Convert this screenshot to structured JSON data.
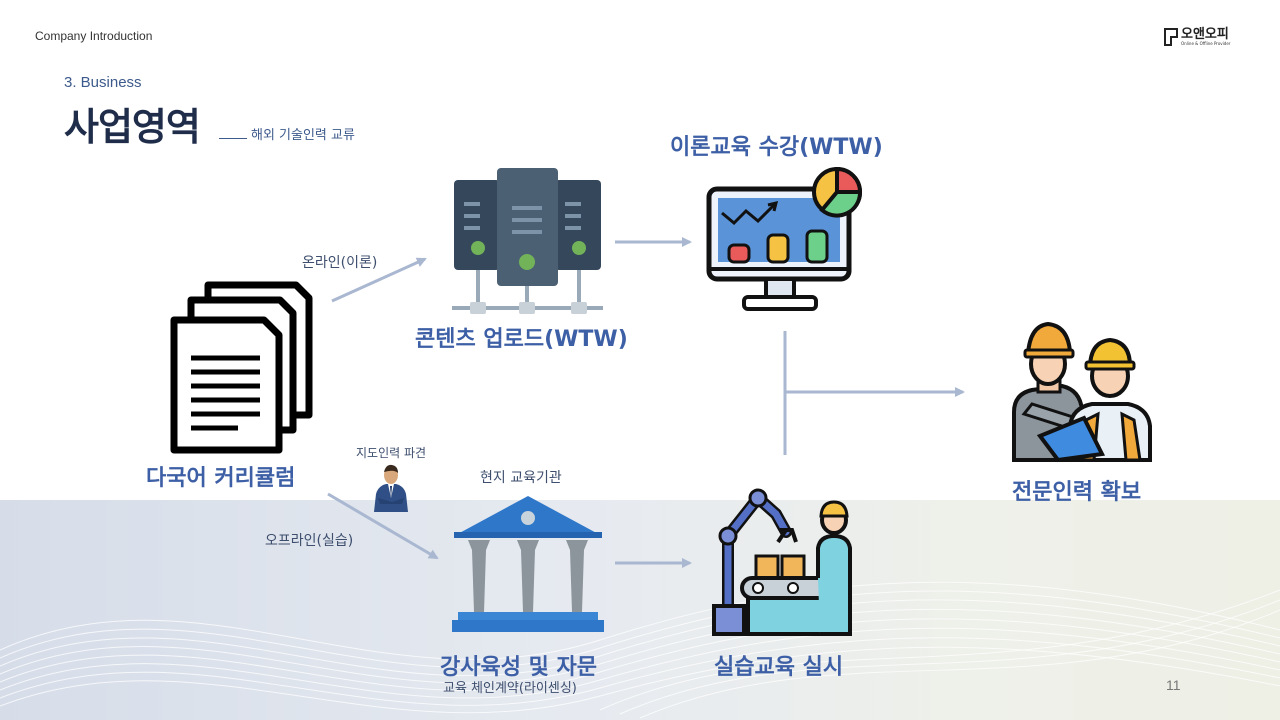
{
  "header": {
    "left_text": "Company Introduction",
    "logo_name": "오앤오피",
    "logo_tagline": "Online & Offline Provider"
  },
  "section": "3. Business",
  "title": "사업영역",
  "subtitle": "해외 기술인력 교류",
  "nodes": {
    "curriculum": "다국어 커리큘럼",
    "content_upload": "콘텐츠 업로드(WTW)",
    "theory_course": "이론교육 수강(WTW)",
    "expert_secure": "전문인력 확보",
    "instructor_training": "강사육성 및 자문",
    "instructor_sub": "교육 체인계약(라이센싱)",
    "practical_training": "실습교육 실시"
  },
  "edge_labels": {
    "online": "온라인(이론)",
    "offline": "오프라인(실습)",
    "dispatch": "지도인력 파견",
    "local_institution": "현지 교육기관"
  },
  "icons": [
    "documents-icon",
    "server-icon",
    "monitor-chart-icon",
    "engineers-icon",
    "businessman-icon",
    "institution-icon",
    "robot-factory-icon"
  ],
  "colors": {
    "title": "#1f2d4a",
    "accent": "#3d5fa6",
    "arrow": "#a9b7d1"
  },
  "page_number": "11"
}
